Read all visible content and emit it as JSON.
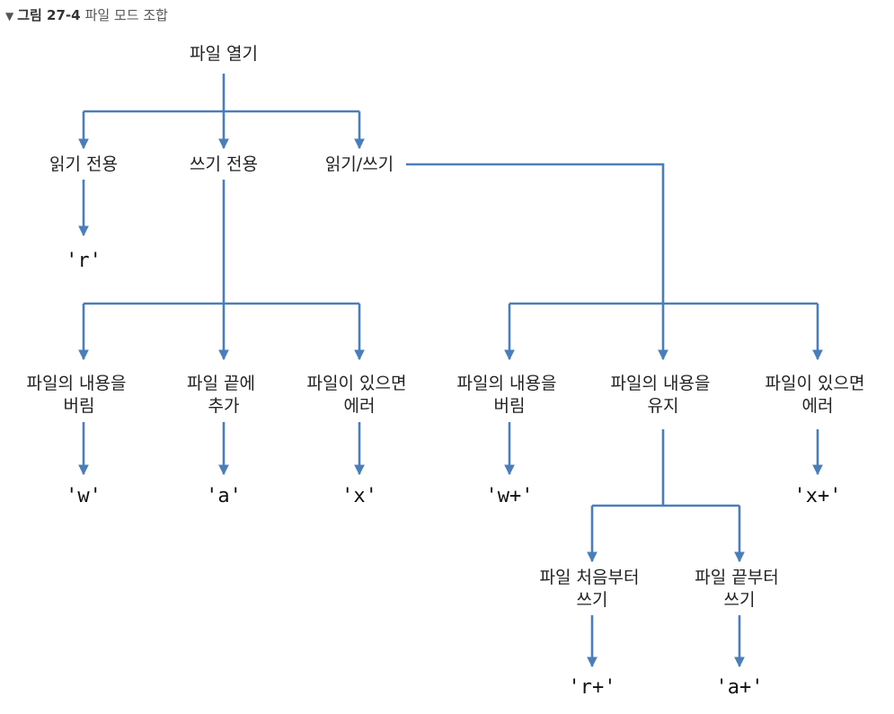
{
  "caption": {
    "marker": "▼",
    "number": "그림 27-4",
    "title": "파일 모드 조합"
  },
  "nodes": {
    "root": "파일 열기",
    "read_only": "읽기 전용",
    "write_only": "쓰기 전용",
    "read_write": "읽기/쓰기",
    "wo_truncate": [
      "파일의 내용을",
      "버림"
    ],
    "wo_append": [
      "파일 끝에",
      "추가"
    ],
    "wo_exclusive": [
      "파일이 있으면",
      "에러"
    ],
    "rw_truncate": [
      "파일의 내용을",
      "버림"
    ],
    "rw_keep": [
      "파일의 내용을",
      "유지"
    ],
    "rw_exclusive": [
      "파일이 있으면",
      "에러"
    ],
    "rw_from_start": [
      "파일 처음부터",
      "쓰기"
    ],
    "rw_from_end": [
      "파일 끝부터",
      "쓰기"
    ]
  },
  "modes": {
    "r": "'r'",
    "w": "'w'",
    "a": "'a'",
    "x": "'x'",
    "w_plus": "'w+'",
    "x_plus": "'x+'",
    "r_plus": "'r+'",
    "a_plus": "'a+'"
  },
  "colors": {
    "connector": "#4a7ebb",
    "text": "#222222"
  }
}
